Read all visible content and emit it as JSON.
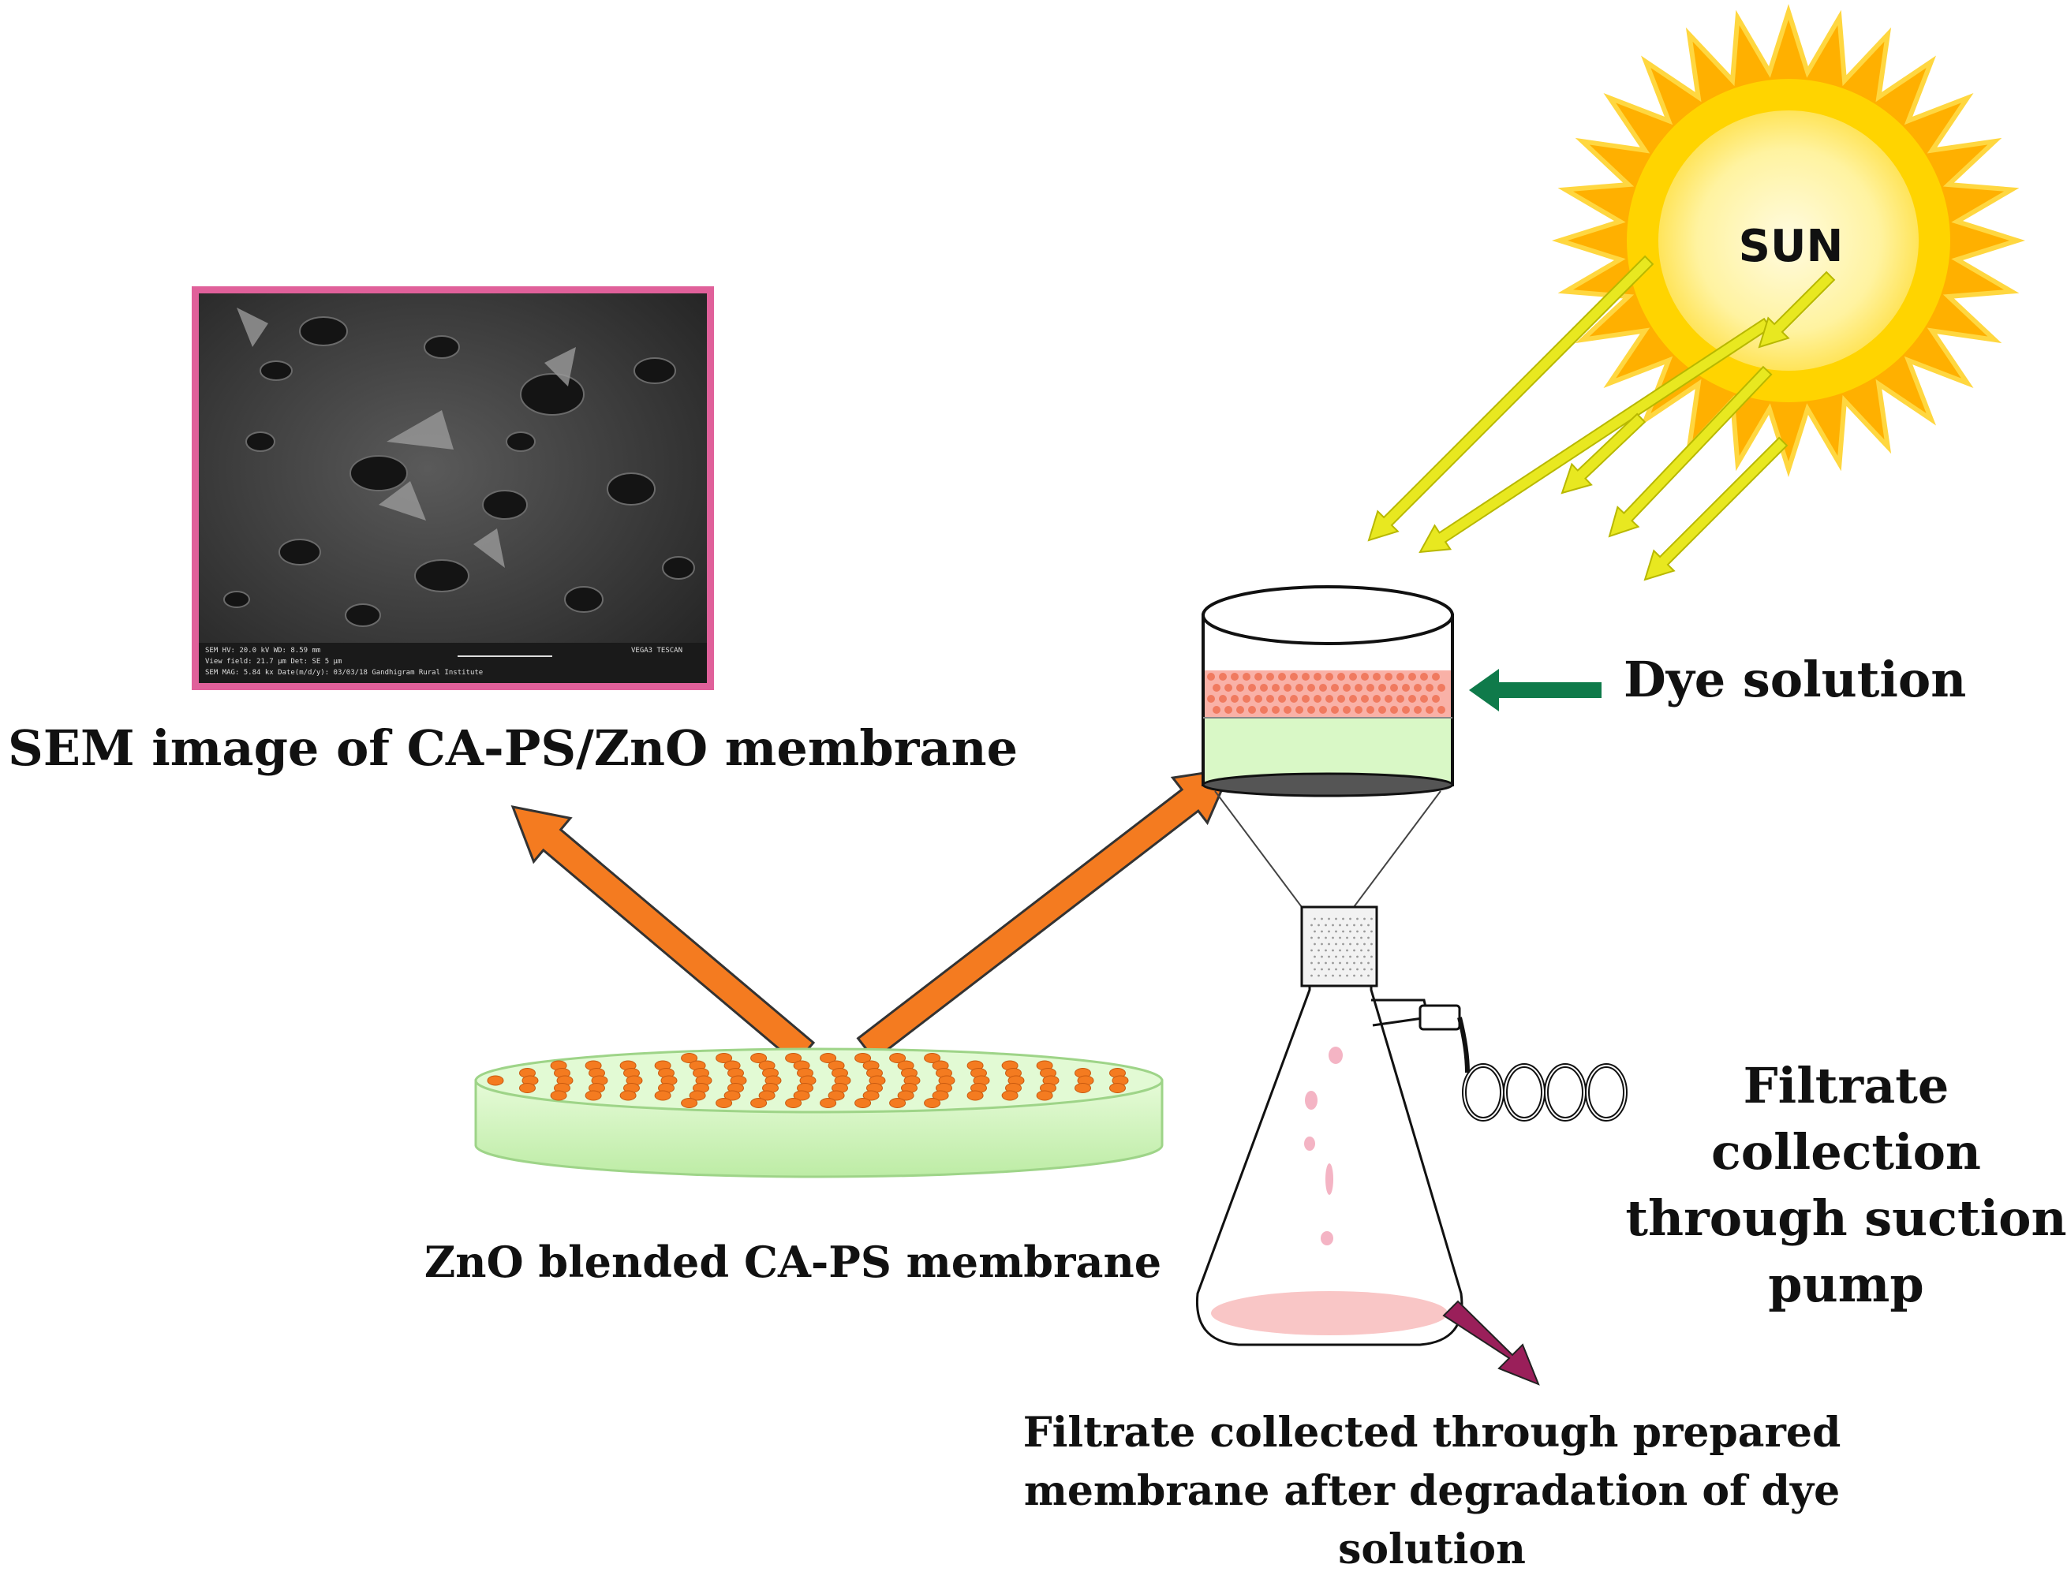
{
  "labels": {
    "sun": "SUN",
    "dye_solution": "Dye solution",
    "sem_caption": "SEM image of CA-PS/ZnO membrane",
    "membrane_caption": "ZnO blended CA-PS membrane",
    "pump_caption": "Filtrate collection through suction pump",
    "filtrate_caption": "Filtrate collected through prepared membrane after degradation of dye solution"
  },
  "sem_info": {
    "row1": "SEM HV: 20.0 kV     WD: 8.59 mm",
    "row2": "View field: 21.7 µm   Det: SE      5 µm",
    "row3": "SEM MAG: 5.84 kx   Date(m/d/y): 03/03/18   Gandhigram Rural Institute",
    "corner": "VEGA3 TESCAN"
  },
  "colors": {
    "orange_arrow": "#f47b20",
    "green_arrow": "#0f7a4a",
    "magenta_arrow": "#9a1f5a",
    "sun_ray": "#e8e820",
    "membrane_green": "#d5f5c5",
    "dye_pink": "#f8b8b0",
    "frame_pink": "#e0609a"
  }
}
